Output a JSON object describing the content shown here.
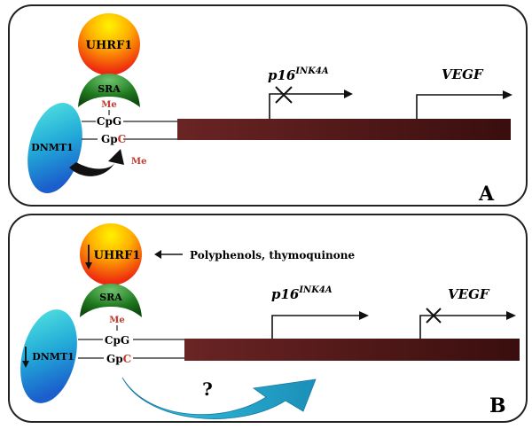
{
  "panels": [
    {
      "letter": "A",
      "uhrf1_label": "UHRF1",
      "sra_label": "SRA",
      "dnmt1_label": "DNMT1",
      "me_top": "Me",
      "cpg_prefix": "CpG",
      "gpc_prefix": "Gp",
      "gpc_suffix": "C",
      "me_bottom": "Me",
      "p16_base": "p16",
      "p16_sup": "INK4A",
      "vegf": "VEGF"
    },
    {
      "letter": "B",
      "uhrf1_label": "UHRF1",
      "sra_label": "SRA",
      "dnmt1_label": "DNMT1",
      "me_top": "Me",
      "cpg_prefix": "CpG",
      "gpc_prefix": "Gp",
      "gpc_suffix": "C",
      "p16_base": "p16",
      "p16_sup": "INK4A",
      "vegf": "VEGF",
      "inhibitor_label": "Polyphenols, thymoquinone",
      "question_mark": "?"
    }
  ],
  "colors": {
    "dna_bar": "#5a1c1c",
    "methyl_red": "#c0392b",
    "sra_green": "#1e6b1e",
    "dnmt1_cyan": "#2bb8d8",
    "uhrf1_orange": "#f26b1d"
  }
}
